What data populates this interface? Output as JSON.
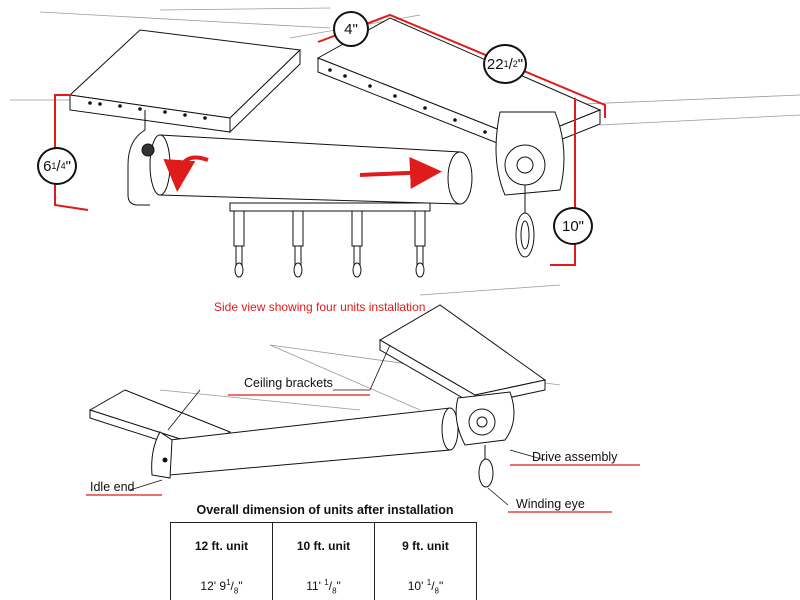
{
  "dimensions": {
    "depth_value": "4\"",
    "length_whole": "22",
    "length_num": "1",
    "length_den": "2",
    "length_unit": "\"",
    "idle_whole": "6",
    "idle_num": "1",
    "idle_den": "4",
    "idle_unit": "\"",
    "drive_value": "10\""
  },
  "captions": {
    "side_view": "Side view showing four units installation"
  },
  "callouts": {
    "ceiling_brackets": "Ceiling brackets",
    "drive_assembly": "Drive  assembly",
    "idle_end": "Idle end",
    "winding_eye": "Winding eye"
  },
  "table": {
    "title": "Overall dimension of units after installation",
    "headers": [
      "12 ft. unit",
      "10 ft. unit",
      "9 ft. unit"
    ],
    "values": [
      {
        "lead": "12' 9",
        "num": "1",
        "den": "8",
        "trail": "\""
      },
      {
        "lead": "11' ",
        "num": "1",
        "den": "8",
        "trail": "\""
      },
      {
        "lead": "10' ",
        "num": "1",
        "den": "8",
        "trail": "\""
      }
    ]
  },
  "colors": {
    "accent": "#e01b1b",
    "line": "#111111"
  }
}
